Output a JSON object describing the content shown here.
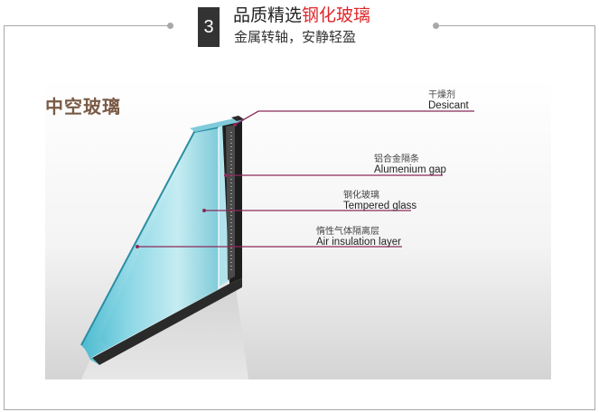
{
  "header": {
    "step_number": "3",
    "title_prefix": "品质精选",
    "title_highlight": "钢化玻璃",
    "subtitle": "金属转轴，安静轻盈"
  },
  "figure": {
    "heading": "中空玻璃",
    "labels": [
      {
        "cn": "干燥剂",
        "en": "Desicant"
      },
      {
        "cn": "铝合金隔条",
        "en": "Alumenium  gap"
      },
      {
        "cn": "钢化玻璃",
        "en": "Tempered glass"
      },
      {
        "cn": "惰性气体隔离层",
        "en": "Air insulation layer"
      }
    ]
  },
  "colors": {
    "accent": "#e0262a",
    "badge": "#333333",
    "leader_line": "#8a2a5a",
    "frame": "#a8a8a8"
  }
}
